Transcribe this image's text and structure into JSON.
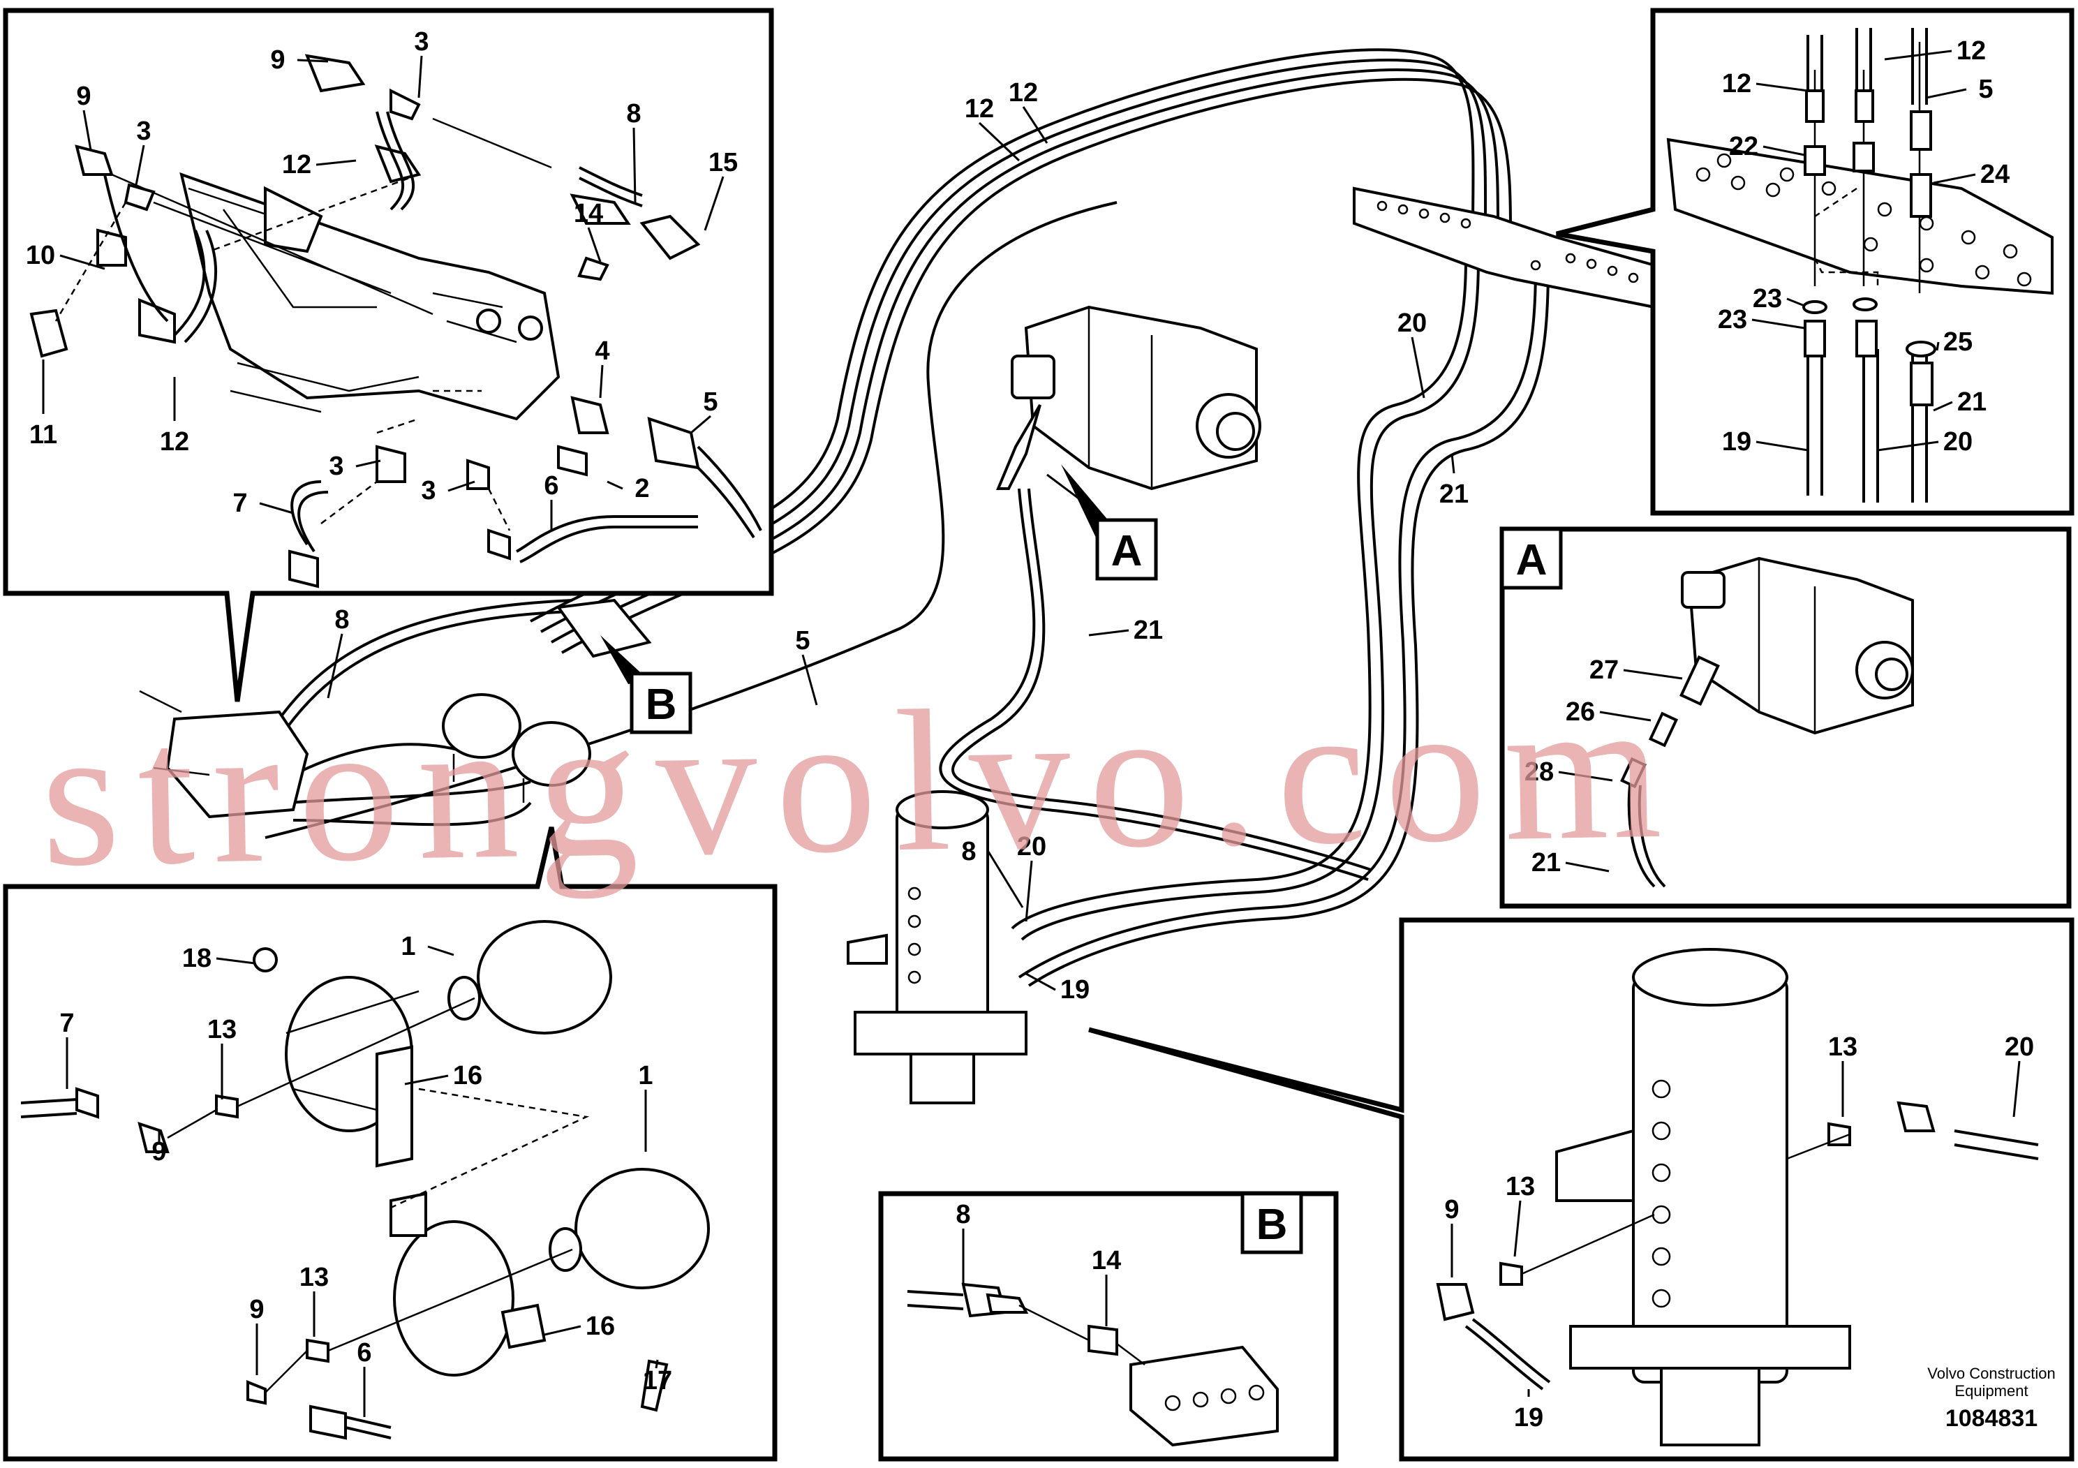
{
  "views": {
    "A": {
      "label": "A"
    },
    "B": {
      "label": "B"
    }
  },
  "callouts": {
    "view_a_main": "A",
    "view_b_main": "B"
  },
  "labels": {
    "tl": [
      "9",
      "3",
      "9",
      "3",
      "12",
      "8",
      "15",
      "14",
      "10",
      "11",
      "12",
      "4",
      "5",
      "3",
      "2",
      "3",
      "7",
      "6"
    ],
    "main": [
      "12",
      "12",
      "5",
      "8",
      "20",
      "21",
      "21",
      "8",
      "20",
      "19"
    ],
    "tr": [
      "12",
      "12",
      "5",
      "22",
      "24",
      "23",
      "23",
      "25",
      "21",
      "19",
      "20"
    ],
    "mr": [
      "27",
      "26",
      "28",
      "21"
    ],
    "bl": [
      "18",
      "1",
      "7",
      "13",
      "16",
      "9",
      "1",
      "13",
      "9",
      "16",
      "17",
      "6"
    ],
    "bm": [
      "8",
      "14"
    ],
    "br": [
      "13",
      "20",
      "9",
      "13",
      "19"
    ]
  },
  "footer": {
    "brand_line1": "Volvo Construction",
    "brand_line2": "Equipment",
    "doc_number": "1084831"
  },
  "watermark": "strongvolvo.com"
}
